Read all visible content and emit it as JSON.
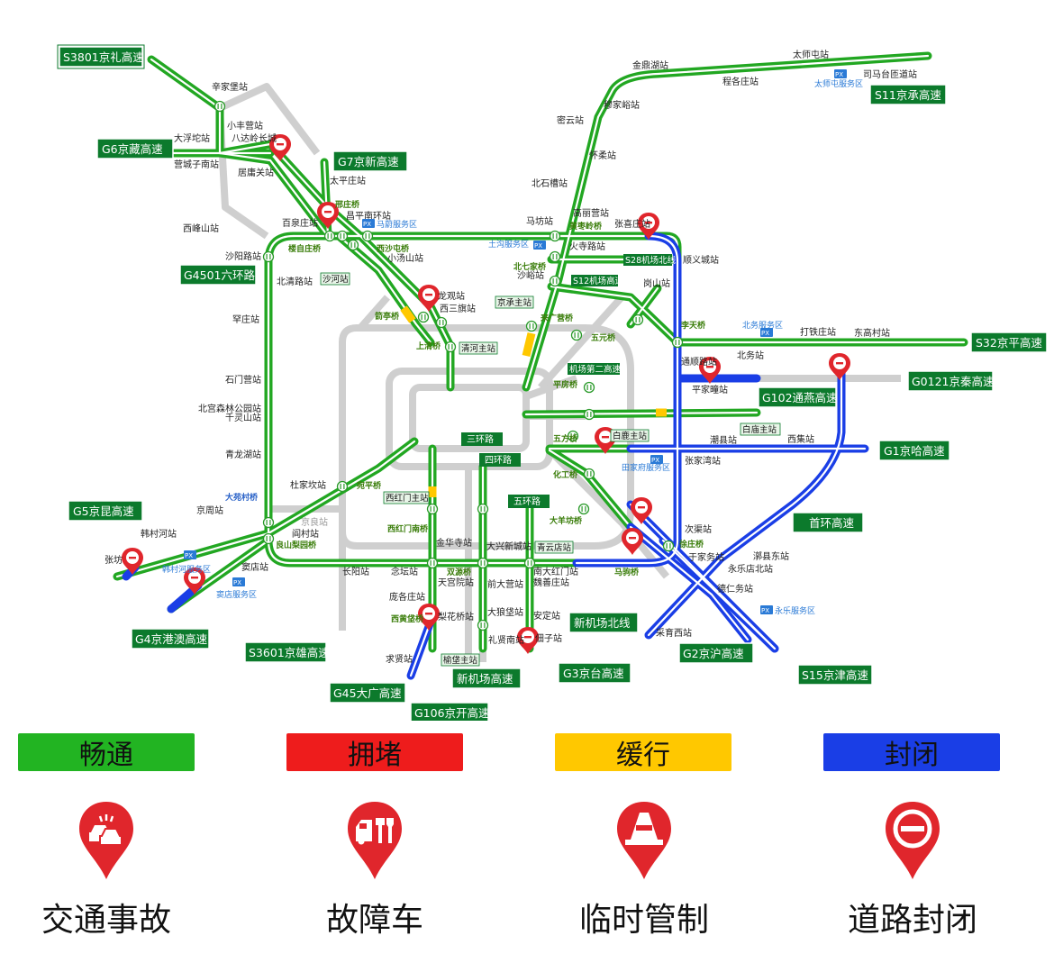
{
  "signs": {
    "s3801": "S3801京礼高速",
    "g6": "G6京藏高速",
    "g7": "G7京新高速",
    "g4501": "G4501六环路",
    "s11": "S11京承高速",
    "s32": "S32京平高速",
    "g0121": "G0121京秦高速",
    "g102": "G102通燕高速",
    "g1": "G1京哈高速",
    "shouhuan": "首环高速",
    "g5": "G5京昆高速",
    "g4": "G4京港澳高速",
    "s3601": "S3601京雄高速",
    "g45": "G45大广高速",
    "g106": "G106京开高速",
    "xinjichang": "新机场高速",
    "g3": "G3京台高速",
    "xinjichang_bei": "新机场北线",
    "g2": "G2京沪高速",
    "s15": "S15京津高速"
  },
  "ring_labels": {
    "third_ring": "三环路",
    "fourth_ring": "四环路",
    "fifth_ring": "五环路"
  },
  "small_signs": {
    "s28": "S28机场北线",
    "s12": "S12机场高速",
    "jichang2": "机场第二高速",
    "jingcheng": "京承主站",
    "qinghe": "清河主站",
    "shahe": "沙河站",
    "baimiao": "白庙主站",
    "bailu": "白鹿主站",
    "xihongmen": "西红门主站",
    "qingyundian": "青云店站",
    "yufa": "榆垡主站"
  },
  "stations": {
    "xinjiabao": "辛家堡站",
    "xiaofeng": "小丰营站",
    "badaling": "八达岭长城",
    "dafutuo": "大浮坨站",
    "yingcheng": "营城子南站",
    "juyongguan": "居庸关站",
    "taiping": "太平庄站",
    "changping": "昌平南环站",
    "baiquan": "百泉庄站",
    "xifeng": "西峰山站",
    "shayang": "沙阳路站",
    "beiqing": "北清路站",
    "xiaotang": "小汤山站",
    "longguan": "龙观站",
    "xisanqi": "西三旗站",
    "hanzhuang": "罕庄站",
    "shimen": "石门营站",
    "beigong": "北宫森林公园站",
    "qianling": "千灵山站",
    "qinglong": "青龙湖站",
    "dujia": "杜家坎站",
    "jingzhou": "京周站",
    "hancunhe": "韩村河站",
    "zhangfang": "张坊",
    "yancun": "阎村站",
    "doudian": "窦店站",
    "changyang": "长阳站",
    "niantan": "念坛站",
    "pangezhuang": "庞各庄站",
    "qiuxian": "求贤站",
    "lihua": "梨花桥站",
    "lixian": "礼贤南站",
    "daxing": "大兴新城站",
    "jinhua": "金华寺站",
    "tiangong": "天宫院站",
    "qianda": "前大营站",
    "dalang": "大狼垡站",
    "anding": "安定站",
    "caizi": "佃子站",
    "nandahongmen": "南大红门站",
    "weishan": "魏善庄站",
    "jindinghu": "金鼎湖站",
    "mujiayu": "穆家峪站",
    "miyun": "密云站",
    "huairou": "怀柔站",
    "beishicao": "北石槽站",
    "gaoliying": "高丽营站",
    "mafang": "马坊站",
    "zhangxizhuang": "张喜庄站",
    "huosi": "火寺路站",
    "shayu": "沙峪站",
    "shunyi": "顺义城站",
    "gangshan": "岗山站",
    "taishitun": "太师屯站",
    "chengge": "程各庄站",
    "simatai": "司马台匝道站",
    "dadie": "打铁庄站",
    "donggao": "东高村站",
    "beiwu": "北务站",
    "tongshun": "通顺路站",
    "pingjiatuan": "平家疃站",
    "chaobai": "潮县站",
    "xiji": "西集站",
    "zhangjiawan": "张家湾站",
    "ciqu": "次渠站",
    "yujiawu": "于家务站",
    "caiyu": "漷县东站",
    "yongle": "永乐店北站",
    "deren": "德仁务站",
    "caiyuxi": "采育西站",
    "jiangxinzhuang": "京良站"
  },
  "bridges": {
    "xinzhuang": "邢庄桥",
    "louzizhuang": "楼自庄桥",
    "xishatun": "西沙屯桥",
    "jianting": "箭亭桥",
    "shangqing": "上清桥",
    "beiqijia": "北七家桥",
    "laiguangying": "来广营桥",
    "huangya": "黄枣岭桥",
    "wuyuan": "五元桥",
    "pingfang": "平房桥",
    "litian": "李天桥",
    "wufang": "五方桥",
    "huagong": "化工桥",
    "daxiangfang": "大羊坊桥",
    "shibalidian": "徐庄桥",
    "majuqiao": "马驹桥",
    "dayuan": "大苑村桥",
    "wanping": "宛平桥",
    "liangxiang": "良山梨园桥",
    "xihongmenqiao": "西红门南桥",
    "shuangyuan": "双源桥",
    "xihuangcun": "西黄垡桥"
  },
  "service": {
    "jiuhua": "马蔚服务区",
    "shangtou": "土沟服务区",
    "beiwufuwu": "北务服务区",
    "taishitunfuwu": "太师屯服务区",
    "tianjiafu": "田家府服务区",
    "hancunfuwu": "韩村河服务区",
    "doudianfuwu": "窦店服务区",
    "yonglefuwu": "永乐服务区",
    "px": "PX"
  },
  "legend": {
    "bars": [
      {
        "label": "畅通",
        "color": "#22b422"
      },
      {
        "label": "拥堵",
        "color": "#ee1c1c"
      },
      {
        "label": "缓行",
        "color": "#ffc800"
      },
      {
        "label": "封闭",
        "color": "#1a3ee6"
      }
    ],
    "icons": [
      {
        "label": "交通事故",
        "icon": "car-crash-icon"
      },
      {
        "label": "故障车",
        "icon": "broken-car-icon"
      },
      {
        "label": "临时管制",
        "icon": "traffic-cone-icon"
      },
      {
        "label": "道路封闭",
        "icon": "no-entry-icon"
      }
    ],
    "pin_color": "#e0262c"
  }
}
